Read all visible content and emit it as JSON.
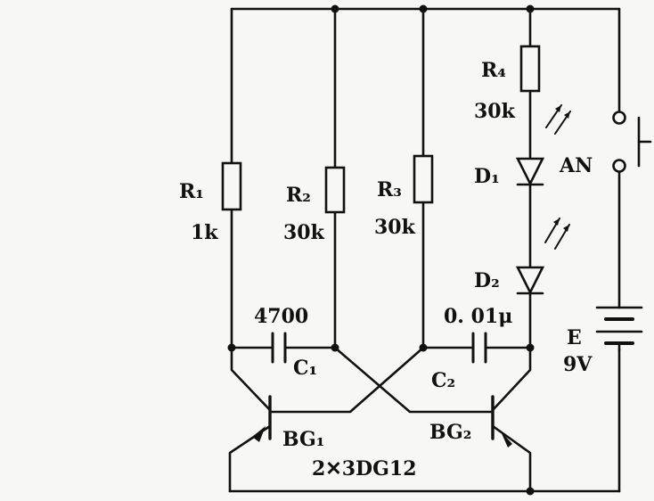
{
  "colors": {
    "ink": "#111111",
    "paper": "#f7f7f5"
  },
  "labels": {
    "r1_name": "R₁",
    "r1_value": "1k",
    "r2_name": "R₂",
    "r2_value": "30k",
    "r3_name": "R₃",
    "r3_value": "30k",
    "r4_name": "R₄",
    "r4_value": "30k",
    "d1_name": "D₁",
    "d2_name": "D₂",
    "switch_name": "AN",
    "battery_name": "E",
    "battery_value": "9V",
    "c1_name": "C₁",
    "c1_value": "4700",
    "c2_name": "C₂",
    "c2_value": "0. 01μ",
    "bg1_name": "BG₁",
    "bg2_name": "BG₂",
    "transistor_type": "2✕3DG12"
  }
}
